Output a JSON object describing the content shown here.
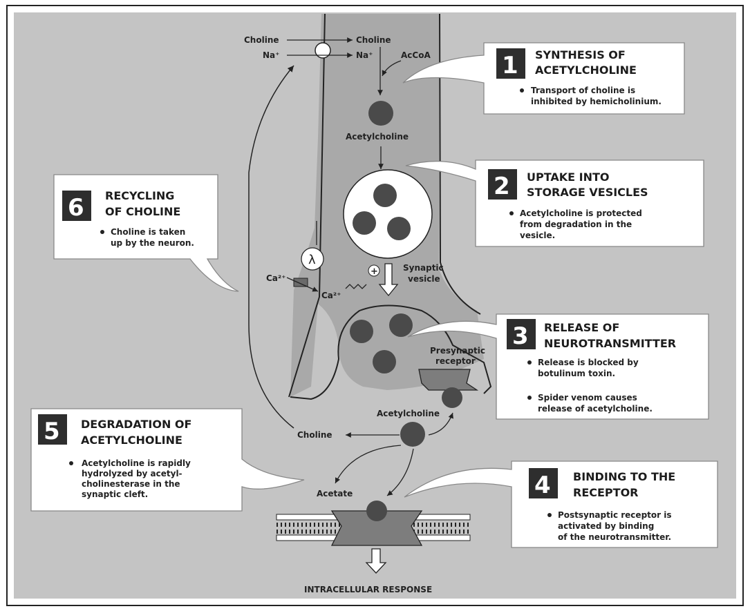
{
  "labels": {
    "choline_out": "Choline",
    "na_out": "Na⁺",
    "choline_in": "Choline",
    "na_in": "Na⁺",
    "acetyl_coa": "AcCoA",
    "acetylcholine_top": "Acetylcholine",
    "action_potential": "λ",
    "ca_out": "Ca²⁺",
    "ca_in": "Ca²⁺",
    "plus": "+",
    "synaptic_vesicle_1": "Synaptic",
    "synaptic_vesicle_2": "vesicle",
    "presynaptic_receptor_1": "Presynaptic",
    "presynaptic_receptor_2": "receptor",
    "acetylcholine_cleft": "Acetylcholine",
    "choline_cleft": "Choline",
    "acetate": "Acetate",
    "intracellular_response": "INTRACELLULAR RESPONSE"
  },
  "steps": [
    {
      "number": "1",
      "title_1": "SYNTHESIS OF",
      "title_2": "ACETYLCHOLINE",
      "body": [
        "Transport of choline is",
        "inhibited by hemicholinium."
      ]
    },
    {
      "number": "2",
      "title_1": "UPTAKE INTO",
      "title_2": "STORAGE VESICLES",
      "body": [
        "Acetylcholine is protected",
        "from degradation in the",
        "vesicle."
      ]
    },
    {
      "number": "3",
      "title_1": "RELEASE OF",
      "title_2": "NEUROTRANSMITTER",
      "body": [
        "Release is blocked by",
        "botulinum toxin."
      ],
      "body2": [
        "Spider venom causes",
        "release of acetylcholine."
      ]
    },
    {
      "number": "4",
      "title_1": "BINDING TO THE",
      "title_2": "RECEPTOR",
      "body": [
        "Postsynaptic receptor is",
        "activated by binding",
        "of the neurotransmitter."
      ]
    },
    {
      "number": "5",
      "title_1": "DEGRADATION OF",
      "title_2": "ACETYLCHOLINE",
      "body": [
        "Acetylcholine is rapidly",
        "hydrolyzed by acetyl-",
        "cholinesterase in the",
        "synaptic cleft."
      ]
    },
    {
      "number": "6",
      "title_1": "RECYCLING",
      "title_2": "OF CHOLINE",
      "body": [
        "Choline is taken",
        "up by the neuron."
      ]
    }
  ],
  "colors": {
    "background": "#c4c4c4",
    "neuron": "#a9a9a9",
    "molecule": "#4a4a4a",
    "callout_bg": "#ffffff",
    "number_bg": "#2e2e2e"
  }
}
